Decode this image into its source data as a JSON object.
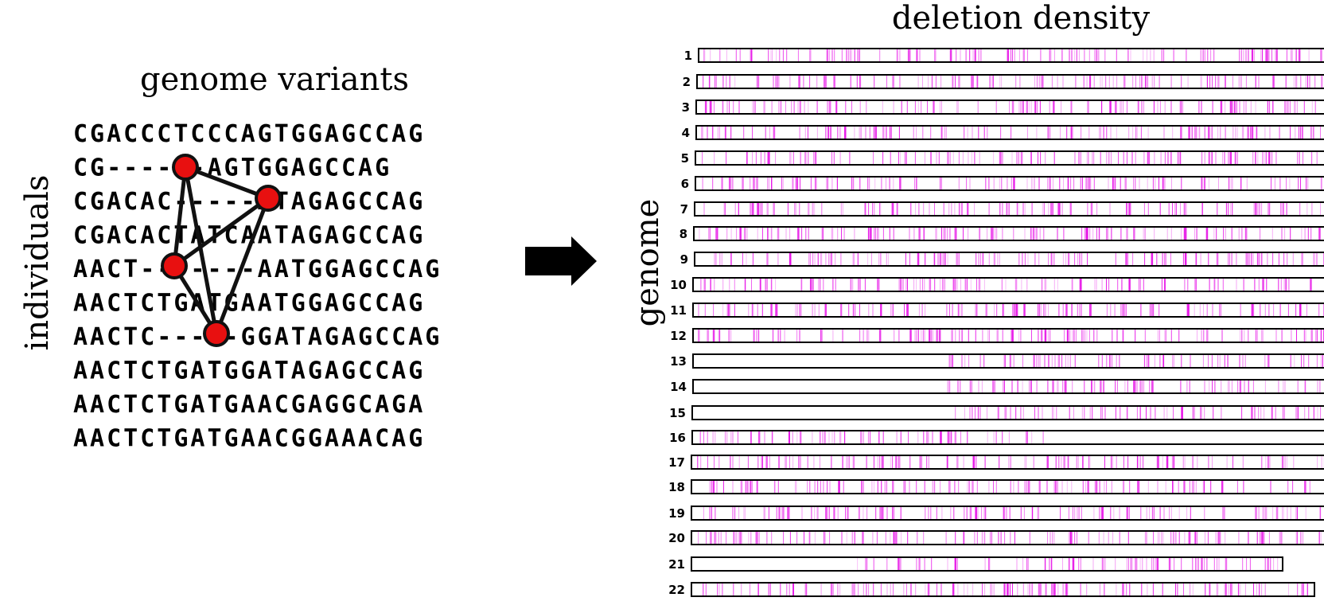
{
  "left_panel": {
    "title": "genome variants",
    "y_label": "individuals",
    "sequences": [
      "CGACCCTCCCAGTGGAGCCAG",
      "CG------AGTGGAGCCAG",
      "CGACAC-----ATAGAGCCAG",
      "CGACACTATCAATAGAGCCAG",
      "AACT-------AATGGAGCCAG",
      "AACTCTGATGAATGGAGCCAG",
      "AACTC-----GGATAGAGCCAG",
      "AACTCTGATGGATAGAGCCAG",
      "AACTCTGATGAACGAGGCAGA",
      "AACTCTGATGAACGGAAACAG"
    ],
    "node_color": "#e81010",
    "edge_color": "#111111"
  },
  "arrow": {
    "icon": "right-arrow-icon",
    "color": "#000000"
  },
  "right_panel": {
    "title": "deletion density",
    "y_label": "genome",
    "mark_color": "#e60de6",
    "chromosomes": [
      "1",
      "2",
      "3",
      "4",
      "5",
      "6",
      "7",
      "8",
      "9",
      "10",
      "11",
      "12",
      "13",
      "14",
      "15",
      "16",
      "17",
      "18",
      "19",
      "20",
      "21",
      "22"
    ]
  }
}
